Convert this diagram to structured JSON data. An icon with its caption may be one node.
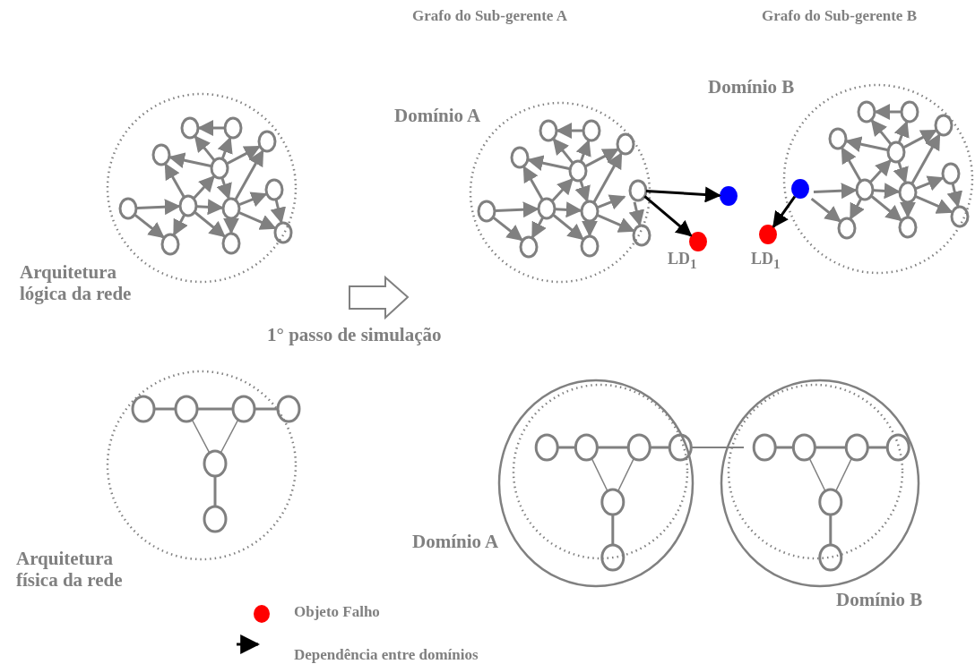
{
  "diagram": {
    "nodes": [
      {
        "text": [
          "Arquitetura lógica da rede"
        ]
      },
      {
        "text": [
          "Arquitetura física da rede"
        ]
      },
      {
        "text": [
          "Domínio A"
        ]
      },
      {
        "text": [
          "Domínio B"
        ]
      },
      {
        "text": [],
        "shape": "circle",
        "in": 2
      },
      {
        "text": [],
        "shape": "circle"
      },
      {
        "text": [],
        "shape": "circle",
        "beside": [
          "LD$_{1}$"
        ]
      },
      {
        "text": [],
        "shape": "circle",
        "in": 3
      },
      {
        "text": [],
        "shape": "circle",
        "beside": [
          "LD$_{1}$"
        ]
      },
      {
        "text": [
          "Domínio A"
        ]
      },
      {
        "text": [],
        "shape": "circle",
        "in": 9
      },
      {
        "text": [
          "Domínio B"
        ]
      },
      {
        "text": [],
        "shape": "circle",
        "in": 11
      }
    ],
    "edges": [
      {
        "from": 4,
        "to": 5,
        "arrow": "to"
      },
      {
        "from": 4,
        "to": 6,
        "arrow": "to"
      },
      {
        "from": 7,
        "to": 8,
        "arrow": "to"
      }
    ],
    "labels": [
      "Grafo do Sub-gerente A",
      "Grafo do Sub-gerente B",
      "1° passo de simulação"
    ],
    "legend": [
      {
        "text": "Objeto Falho",
        "color": "#ff0000"
      },
      {
        "text": "Dependência entre domínios"
      }
    ]
  }
}
